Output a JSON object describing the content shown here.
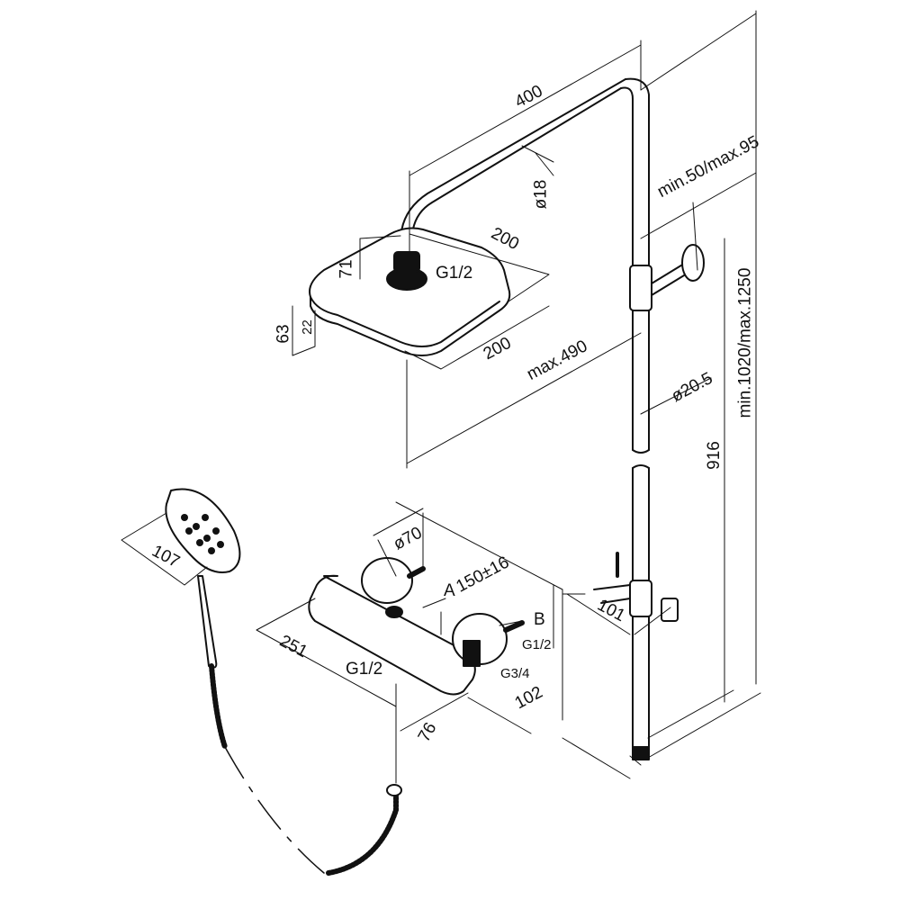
{
  "title": "Shower system dimension drawing",
  "colors": {
    "line": "#111111",
    "background": "#ffffff"
  },
  "dimensions": {
    "arm_length": "400",
    "arm_diameter": "ø18",
    "wall_distance": "min.50/max.95",
    "head_width_top": "200",
    "head_height": "71",
    "head_connection": "G1/2",
    "head_thickness_total": "63",
    "head_thickness": "22",
    "head_width_bottom": "200",
    "max_reach": "max.490",
    "riser_diameter": "ø20.5",
    "riser_height": "916",
    "total_height": "min.1020/max.1250",
    "hand_shower_width": "107",
    "mixer_diameter": "ø70",
    "mixer_centers": "150±16",
    "inlet_a": "A",
    "inlet_b": "B",
    "inlet_b_thread": "G1/2",
    "inlet_thread": "G3/4",
    "holder_depth": "101",
    "mixer_length": "251",
    "hose_outlet_thread": "G1/2",
    "mixer_depth": "102",
    "outlet_offset": "76"
  }
}
